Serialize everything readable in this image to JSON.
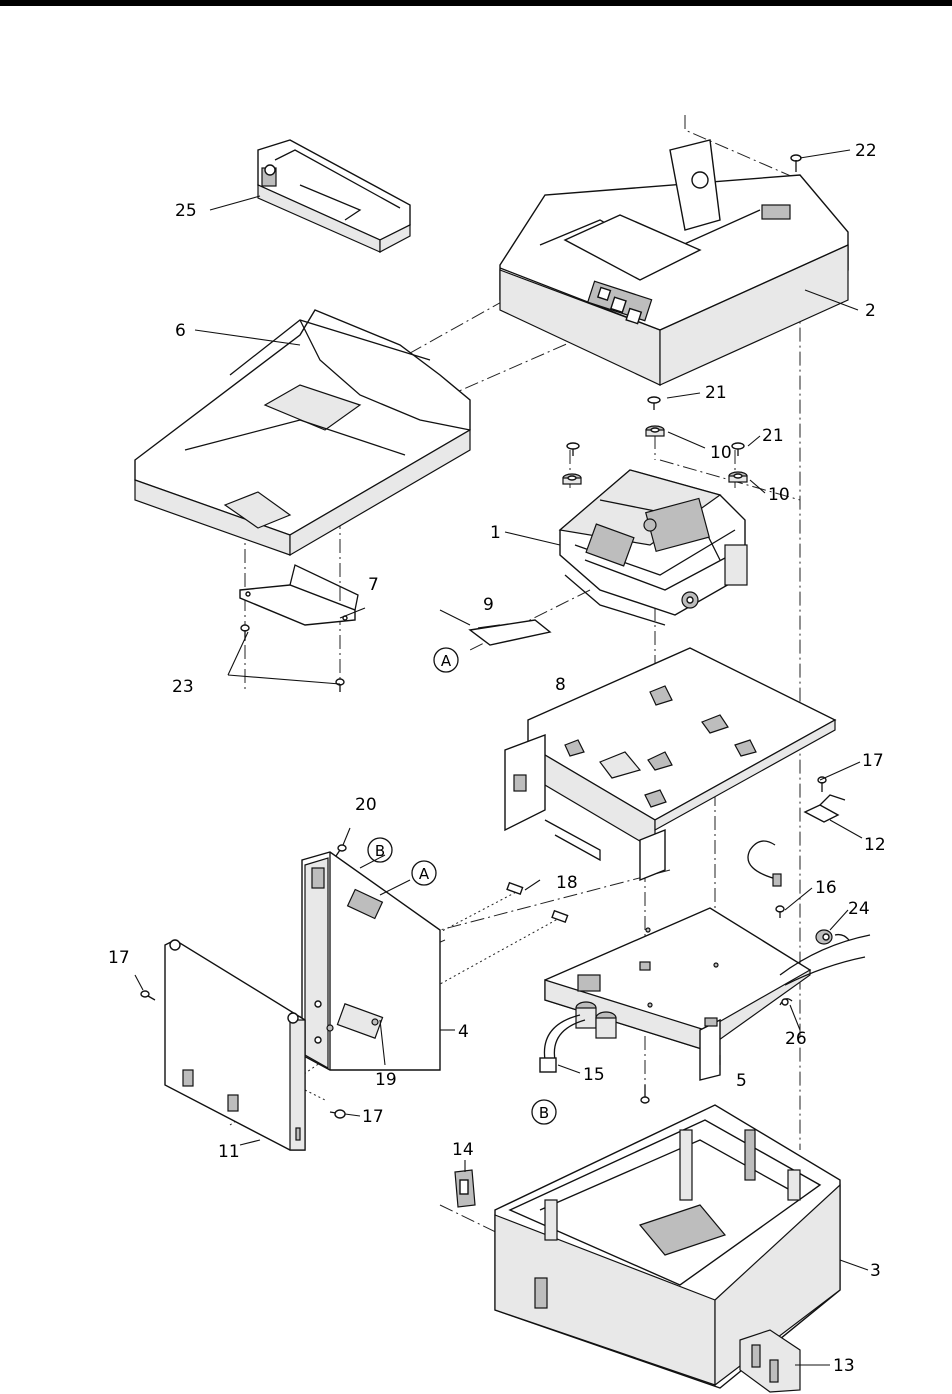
{
  "figure": {
    "part_labels": {
      "p1": "1",
      "p2": "2",
      "p3": "3",
      "p4": "4",
      "p5": "5",
      "p6": "6",
      "p7": "7",
      "p8": "8",
      "p9": "9",
      "p10a": "10",
      "p10b": "10",
      "p11": "11",
      "p12": "12",
      "p13": "13",
      "p14": "14",
      "p15": "15",
      "p16": "16",
      "p17a": "17",
      "p17b": "17",
      "p17c": "17",
      "p18": "18",
      "p19": "19",
      "p20": "20",
      "p21a": "21",
      "p21b": "21",
      "p22": "22",
      "p23": "23",
      "p24": "24",
      "p25": "25",
      "p26": "26"
    },
    "connector_refs": {
      "a_flex": "A",
      "a_board": "A",
      "b_board": "B",
      "b_cable": "B"
    }
  }
}
